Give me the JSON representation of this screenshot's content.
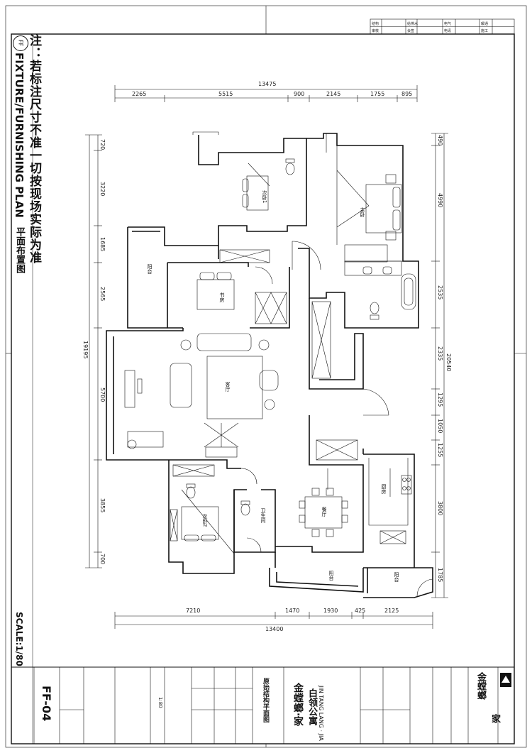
{
  "note": {
    "cn": "注：若标注尺寸不准一切按现场实际为准",
    "en": "FIXTURE/FURNISHING PLAN",
    "en_sub": "平面布置图",
    "badge": "FF",
    "scale": "SCALE:1/80"
  },
  "sheet_no": "FF-04",
  "project": {
    "name_cn": "金螳螂·家",
    "sub_cn": "白领公寓",
    "name_en": "JIN TANG LANG · JIA",
    "drawing_title": "原始结构平面图",
    "scale_val": "1:80"
  },
  "brand": {
    "cn": "金螳螂",
    "cn2": "家"
  },
  "header_cells": [
    "结构",
    "给排水",
    "电气",
    "暖通",
    "审核",
    "会签",
    "电讯",
    "施工"
  ],
  "rooms": {
    "bed1": "次卧1",
    "master": "主卧",
    "balcony_left": "阳台",
    "study": "书房",
    "living": "客厅",
    "bed2": "次卧2",
    "bath": "卫生间",
    "dining": "餐厅",
    "kitchen": "厨房",
    "balcony_b1": "阳台",
    "balcony_b2": "阳台"
  },
  "dims": {
    "top_total": "13475",
    "top": [
      "2265",
      "5515",
      "900",
      "2145",
      "1755",
      "895"
    ],
    "bottom_total": "13400",
    "bottom": [
      "7210",
      "1470",
      "1930",
      "425",
      "2125"
    ],
    "left_total": "19195",
    "left": [
      "720",
      "3220",
      "1685",
      "2565",
      "5700",
      "3855",
      "700"
    ],
    "right_total": "20540",
    "right": [
      "490",
      "4990",
      "2535",
      "2335",
      "1295",
      "1050",
      "1255",
      "3800",
      "1785"
    ]
  }
}
